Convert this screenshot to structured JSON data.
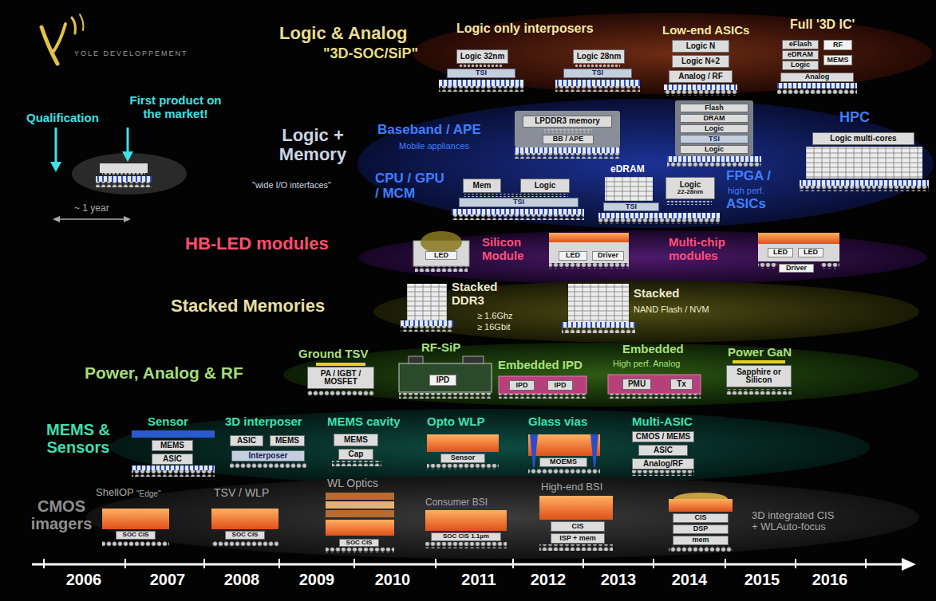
{
  "diagram": {
    "nodes": [
      {
        "text": [
          "Logic & Analog",
          "\"3D-SOC/SiP\""
        ]
      },
      {
        "text": [
          "Logic 32nm"
        ],
        "in": 0
      },
      {
        "text": [
          "TSI"
        ],
        "in": 0
      },
      {
        "text": [
          "Logic 28nm"
        ],
        "in": 0
      },
      {
        "text": [
          "TSI"
        ],
        "in": 0
      },
      {
        "text": [
          "Logic N"
        ],
        "in": 0
      },
      {
        "text": [
          "Logic N+2"
        ],
        "in": 0
      },
      {
        "text": [
          "Analog / RF"
        ],
        "in": 0
      },
      {
        "text": [
          "eFlash"
        ],
        "in": 0
      },
      {
        "text": [
          "eDRAM"
        ],
        "in": 0
      },
      {
        "text": [
          "Logic"
        ],
        "in": 0
      },
      {
        "text": [
          "RF"
        ],
        "in": 0
      },
      {
        "text": [
          "MEMS"
        ],
        "in": 0
      },
      {
        "text": [
          "Analog"
        ],
        "in": 0
      },
      {
        "text": [
          "Logic + Memory",
          "\"wide I/O interfaces\""
        ]
      },
      {
        "text": [
          "LPDDR3 memory"
        ],
        "in": 14
      },
      {
        "text": [
          "BB / APE"
        ],
        "in": 14
      },
      {
        "text": [
          "Flash"
        ],
        "in": 14
      },
      {
        "text": [
          "DRAM"
        ],
        "in": 14
      },
      {
        "text": [
          "Logic"
        ],
        "in": 14
      },
      {
        "text": [
          "TSI"
        ],
        "in": 14
      },
      {
        "text": [
          "Logic"
        ],
        "in": 14
      },
      {
        "text": [
          "Logic multi-cores"
        ],
        "in": 14
      },
      {
        "text": [
          "Mem"
        ],
        "in": 14
      },
      {
        "text": [
          "Logic"
        ],
        "in": 14
      },
      {
        "text": [
          "TSI"
        ],
        "in": 14
      },
      {
        "text": [
          "TSI"
        ],
        "in": 14
      },
      {
        "text": [
          "Logic",
          "22-28nm"
        ],
        "in": 14
      },
      {
        "text": [
          "HB-LED modules"
        ]
      },
      {
        "text": [
          "LED"
        ],
        "in": 28
      },
      {
        "text": [
          "LED"
        ],
        "in": 28
      },
      {
        "text": [
          "Driver"
        ],
        "in": 28
      },
      {
        "text": [
          "LED"
        ],
        "in": 28
      },
      {
        "text": [
          "LED"
        ],
        "in": 28
      },
      {
        "text": [
          "Driver"
        ],
        "in": 28
      },
      {
        "text": [
          "Stacked Memories"
        ]
      },
      {
        "text": [
          "Power, Analog & RF"
        ]
      },
      {
        "text": [
          "PA / IGBT / MOSFET"
        ],
        "in": 36
      },
      {
        "text": [
          "IPD"
        ],
        "in": 36
      },
      {
        "text": [
          "IPD"
        ],
        "in": 36
      },
      {
        "text": [
          "IPD"
        ],
        "in": 36
      },
      {
        "text": [
          "PMU"
        ],
        "in": 36
      },
      {
        "text": [
          "Tx"
        ],
        "in": 36
      },
      {
        "text": [
          "Sapphire or Silicon"
        ],
        "in": 36
      },
      {
        "text": [
          "MEMS & Sensors"
        ]
      },
      {
        "text": [
          "MEMS"
        ],
        "in": 44
      },
      {
        "text": [
          "ASIC"
        ],
        "in": 44
      },
      {
        "text": [
          "ASIC"
        ],
        "in": 44
      },
      {
        "text": [
          "MEMS"
        ],
        "in": 44
      },
      {
        "text": [
          "Interposer"
        ],
        "in": 44
      },
      {
        "text": [
          "MEMS"
        ],
        "in": 44
      },
      {
        "text": [
          "Cap"
        ],
        "in": 44
      },
      {
        "text": [
          "Sensor"
        ],
        "in": 44
      },
      {
        "text": [
          "MOEMS"
        ],
        "in": 44
      },
      {
        "text": [
          "CMOS / MEMS"
        ],
        "in": 44
      },
      {
        "text": [
          "ASIC"
        ],
        "in": 44
      },
      {
        "text": [
          "Analog/RF"
        ],
        "in": 44
      },
      {
        "text": [
          "CMOS imagers"
        ]
      },
      {
        "text": [
          "SOC CIS"
        ],
        "in": 57
      },
      {
        "text": [
          "SOC CIS"
        ],
        "in": 57
      },
      {
        "text": [
          "SOC CIS"
        ],
        "in": 57
      },
      {
        "text": [
          "SOC CIS 1.1µm"
        ],
        "in": 57
      },
      {
        "text": [
          "CIS"
        ],
        "in": 57
      },
      {
        "text": [
          "ISP + mem"
        ],
        "in": 57
      },
      {
        "text": [
          "CIS"
        ],
        "in": 57
      },
      {
        "text": [
          "DSP"
        ],
        "in": 57
      },
      {
        "text": [
          "mem"
        ],
        "in": 57
      }
    ],
    "labels": [
      "YOLE DEVELOPPEMENT",
      "Qualification",
      "First product on the market!",
      "~ 1 year",
      "Logic only interposers",
      "Low-end ASICs",
      "Full '3D IC'",
      "Baseband / APE",
      "Mobile appliances",
      "CPU / GPU / MCM",
      "eDRAM",
      "HPC",
      "FPGA /",
      "high perf.",
      "ASICs",
      "Silicon Module",
      "Multi-chip modules",
      "Stacked DDR3",
      "≥ 1.6Ghz",
      "≥ 16Gbit",
      "Stacked",
      "NAND Flash / NVM",
      "Ground TSV",
      "RF-SiP",
      "Embedded IPD",
      "Embedded",
      "High perf. Analog",
      "Power GaN",
      "Sensor",
      "3D interposer",
      "MEMS cavity",
      "Opto WLP",
      "Glass vias",
      "Multi-ASIC",
      "ShellOP",
      "\"Edge\"",
      "TSV / WLP",
      "WL Optics",
      "Consumer BSI",
      "High-end BSI",
      "3D integrated CIS + WLAuto-focus",
      "2006",
      "2007",
      "2008",
      "2009",
      "2010",
      "2011",
      "2012",
      "2013",
      "2014",
      "2015",
      "2016"
    ]
  }
}
